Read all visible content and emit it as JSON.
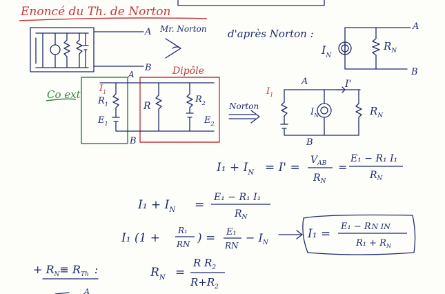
{
  "title": "Enoncé du Th. de Norton",
  "labels": {
    "A": "A",
    "B": "B",
    "mr_norton": "Mr. Norton",
    "dipole": "Dipôle",
    "co_ext": "Co ext",
    "apres_norton": "d'après Norton :",
    "norton_arrow": "Norton",
    "R1": "R",
    "R1_sub": "1",
    "E1": "E",
    "E1_sub": "1",
    "I1": "I",
    "I1_sub": "1",
    "R2": "R",
    "R2_sub": "2",
    "E2": "E",
    "E2_sub": "2",
    "R": "R",
    "IN": "I",
    "IN_sub": "N",
    "RN": "R",
    "RN_sub": "N",
    "Iprime": "I'"
  },
  "equations": {
    "eq1_lhs": "I₁ + I",
    "eq1_sub": "N",
    "eq1_mid": "= I' =",
    "eq1_num1": "V",
    "eq1_num1_sub": "AB",
    "eq1_den1": "R",
    "eq1_den1_sub": "N",
    "eq1_num2": "E₁ − R₁ I₁",
    "eq1_den2": "R",
    "eq1_den2_sub": "N",
    "eq2_lhs": "I₁ + I",
    "eq2_sub": "N",
    "eq2_num": "E₁ − R₁ I₁",
    "eq2_den": "R",
    "eq2_den_sub": "N",
    "eq3_lhs": "I₁ (1 +",
    "eq3_frac_num": "R₁",
    "eq3_frac_den": "RN",
    "eq3_close": ") =",
    "eq3_num": "E₁",
    "eq3_den": "RN",
    "eq3_tail": "− I",
    "eq3_tail_sub": "N",
    "result_lhs": "I₁ =",
    "result_num": "E₁ − R",
    "result_num_tail": "N IN",
    "result_den": "R₁ + R",
    "result_den_sub": "N",
    "rn_label": "+ R",
    "rn_label_sub": "N",
    "rn_label_tail": "≡ R",
    "rn_label_tail_sub": "Th",
    "rn_colon": ":",
    "rn_lhs": "R",
    "rn_lhs_sub": "N",
    "rn_eq": "=",
    "rn_num": "R R",
    "rn_num_sub": "2",
    "rn_den": "R+R",
    "rn_den_sub": "2",
    "bottom_A": "A"
  },
  "colors": {
    "ink": "#1e2b6b",
    "red": "#c23a3a",
    "green": "#2f8a3a",
    "paper": "#fdfdfa"
  }
}
